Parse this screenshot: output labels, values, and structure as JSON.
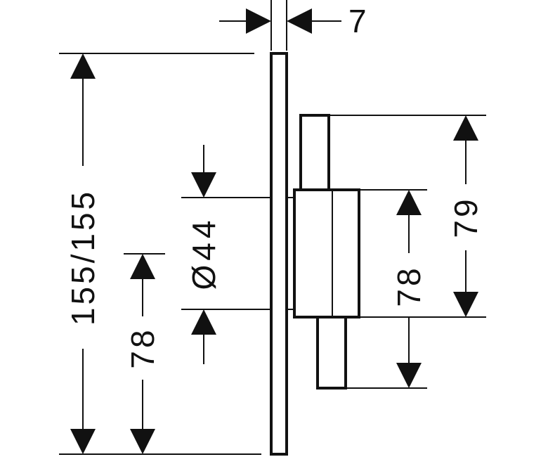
{
  "dimensions": {
    "plate_thickness": "7",
    "overall_height": "155/155",
    "lower_half_height": "78",
    "hub_diameter": "Ø44",
    "lower_handle_offset": "78",
    "upper_handle_offset": "79"
  }
}
